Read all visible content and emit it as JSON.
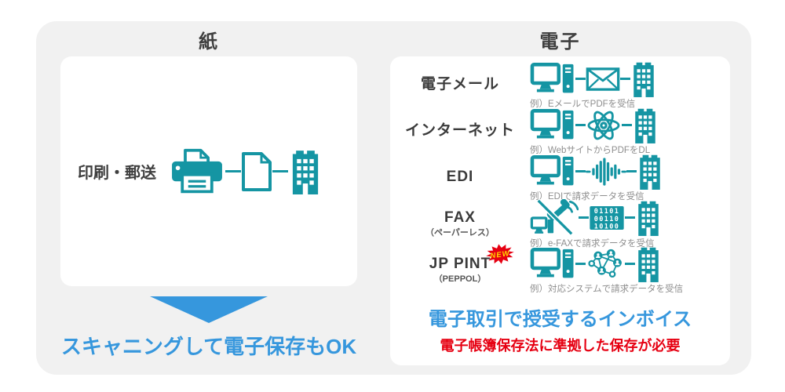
{
  "left": {
    "header": "紙",
    "method": {
      "label": "印刷・郵送"
    },
    "note": "スキャニングして電子保存もOK"
  },
  "right": {
    "header": "電子",
    "rows": [
      {
        "label": "電子メール",
        "caption": "例）EメールでPDFを受信"
      },
      {
        "label": "インターネット",
        "caption": "例）WebサイトからPDFをDL"
      },
      {
        "label": "EDI",
        "caption": "例）EDIで請求データを受信"
      },
      {
        "label": "FAX",
        "sublabel": "（ペーパーレス）",
        "caption": "例）e-FAXで請求データを受信"
      },
      {
        "label": "JP PINT",
        "sublabel": "（PEPPOL）",
        "badge": "NEW",
        "caption": "例）対応システムで請求データを受信"
      }
    ],
    "footer_primary": "電子取引で授受するインボイス",
    "footer_warning": "電子帳簿保存法に準拠した保存が必要"
  },
  "icons": {
    "printer": "printer-icon",
    "document": "document-icon",
    "building": "building-icon",
    "computer": "desktop-pc-icon",
    "envelope": "envelope-icon",
    "atom": "internet-atom-icon",
    "waveform": "edi-signal-icon",
    "fax_phone": "fax-phone-slash-icon",
    "binary": "binary-data-icon",
    "binary_rows": [
      "01101",
      "00110",
      "10100"
    ],
    "network": "peppol-network-icon",
    "down_arrow": "down-arrow-icon",
    "new_badge": "new-starburst-badge"
  },
  "colors": {
    "teal": "#1595A3",
    "blue": "#3697DD",
    "red": "#E60012",
    "badge_red": "#E60012",
    "badge_yellow": "#FFD800",
    "panel_gray": "#F1F1F1",
    "caption_gray": "#8E8E8E"
  }
}
